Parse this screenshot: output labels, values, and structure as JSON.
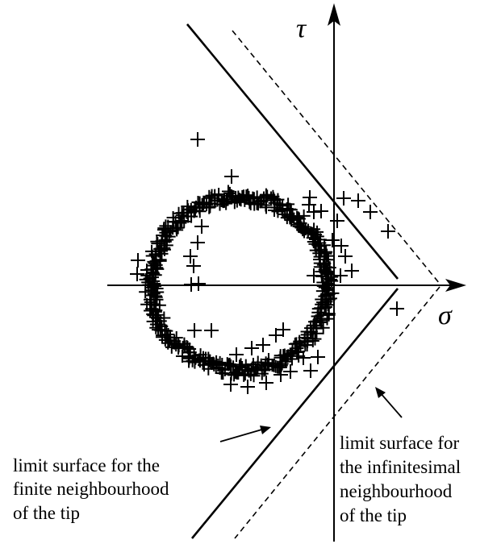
{
  "axes": {
    "x_symbol": "σ",
    "y_symbol": "τ"
  },
  "labels": {
    "finite": [
      "limit surface for the",
      "finite neighbourhood",
      "of the tip"
    ],
    "infinitesimal": [
      "limit surface for",
      "the infinitesimal",
      "neighbourhood",
      "of the tip"
    ]
  },
  "scatter": {
    "marker": "+",
    "note": "dense ring of + markers forming a circle in the left half-plane plus scattered outliers"
  }
}
